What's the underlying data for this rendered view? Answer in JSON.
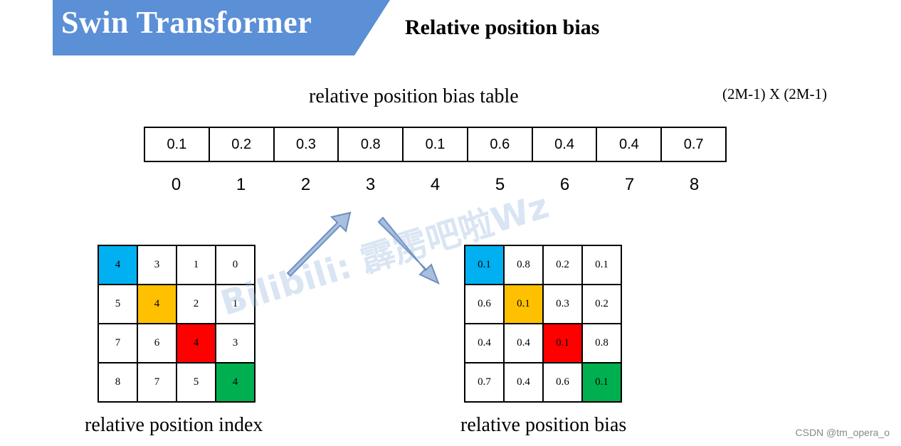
{
  "header": {
    "title": "Swin Transformer",
    "subtitle": "Relative position bias",
    "banner_color": "#5b8fd6"
  },
  "table": {
    "label": "relative position bias table",
    "dims": "(2M-1) X (2M-1)",
    "values": [
      "0.1",
      "0.2",
      "0.3",
      "0.8",
      "0.1",
      "0.6",
      "0.4",
      "0.4",
      "0.7"
    ],
    "indices": [
      "0",
      "1",
      "2",
      "3",
      "4",
      "5",
      "6",
      "7",
      "8"
    ]
  },
  "index_grid": {
    "label": "relative position index",
    "rows": [
      [
        "4",
        "3",
        "1",
        "0"
      ],
      [
        "5",
        "4",
        "2",
        "1"
      ],
      [
        "7",
        "6",
        "4",
        "3"
      ],
      [
        "8",
        "7",
        "5",
        "4"
      ]
    ]
  },
  "bias_grid": {
    "label": "relative position bias",
    "rows": [
      [
        "0.1",
        "0.8",
        "0.2",
        "0.1"
      ],
      [
        "0.6",
        "0.1",
        "0.3",
        "0.2"
      ],
      [
        "0.4",
        "0.4",
        "0.1",
        "0.8"
      ],
      [
        "0.7",
        "0.4",
        "0.6",
        "0.1"
      ]
    ]
  },
  "diagonal_colors": [
    "#00b0f0",
    "#ffc000",
    "#ff0000",
    "#00b050"
  ],
  "arrow_color": "#a9bfdf",
  "watermark": "Bilibili: 霹雳吧啦Wz",
  "credit": "CSDN @tm_opera_o"
}
